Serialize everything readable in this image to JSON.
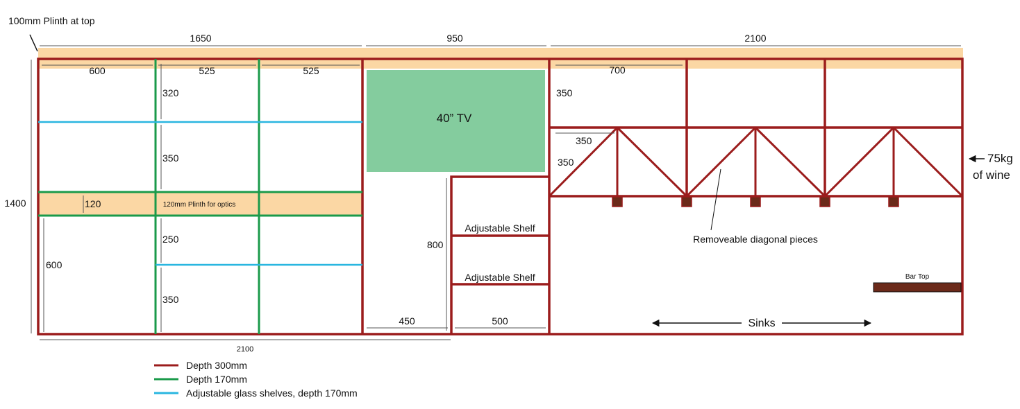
{
  "colors": {
    "depth_300": "#9b1c1c",
    "depth_170": "#1a9a4a",
    "glass_shelf": "#29b6e0",
    "plinth": "#fbd7a4",
    "tv": "#84cc9e",
    "bar_top": "#6b2a1a",
    "dim_line": "#555555"
  },
  "labels": {
    "plinth_top": "100mm Plinth at top",
    "width_left": "1650",
    "width_mid": "950",
    "width_right": "2100",
    "height_total": "1400",
    "bottom_width": "2100",
    "col_a": "600",
    "col_b": "525",
    "col_c": "525",
    "h_top": "320",
    "h_upper": "350",
    "plinth_h": "120",
    "plinth_optics": "120mm Plinth for optics",
    "h_250": "250",
    "h_lower": "350",
    "h_600": "600",
    "tv": "40” TV",
    "h_800": "800",
    "shelf_1": "Adjustable Shelf",
    "shelf_2": "Adjustable Shelf",
    "w_450": "450",
    "w_500": "500",
    "w_700": "700",
    "h_350_a": "350",
    "h_350_b": "350",
    "h_350_c": "350",
    "wine_line1": "75kg",
    "wine_line2": "of wine",
    "diagonal": "Removeable diagonal pieces",
    "bar_top": "Bar Top",
    "sinks": "Sinks"
  },
  "legend": [
    {
      "label": "Depth 300mm",
      "color": "#9b1c1c"
    },
    {
      "label": "Depth 170mm",
      "color": "#1a9a4a"
    },
    {
      "label": "Adjustable glass shelves, depth 170mm",
      "color": "#29b6e0"
    }
  ]
}
